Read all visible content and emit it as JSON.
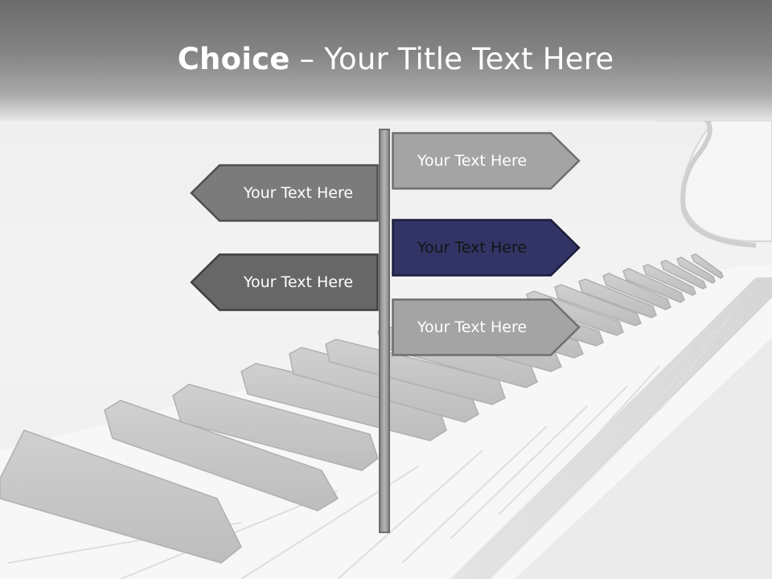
{
  "slide": {
    "title_bold": "Choice",
    "title_separator": " – ",
    "title_rest": "Your Title Text Here"
  },
  "signs": [
    {
      "label": "Your Text Here",
      "direction": "right",
      "color": "#a4a4a4"
    },
    {
      "label": "Your Text Here",
      "direction": "left",
      "color": "#7b7b7b"
    },
    {
      "label": "Your Text Here",
      "direction": "right",
      "color": "#323466"
    },
    {
      "label": "Your Text Here",
      "direction": "left",
      "color": "#676767"
    },
    {
      "label": "Your Text Here",
      "direction": "right",
      "color": "#a4a4a4"
    }
  ],
  "background": {
    "image": "grand-piano-keyboard"
  }
}
